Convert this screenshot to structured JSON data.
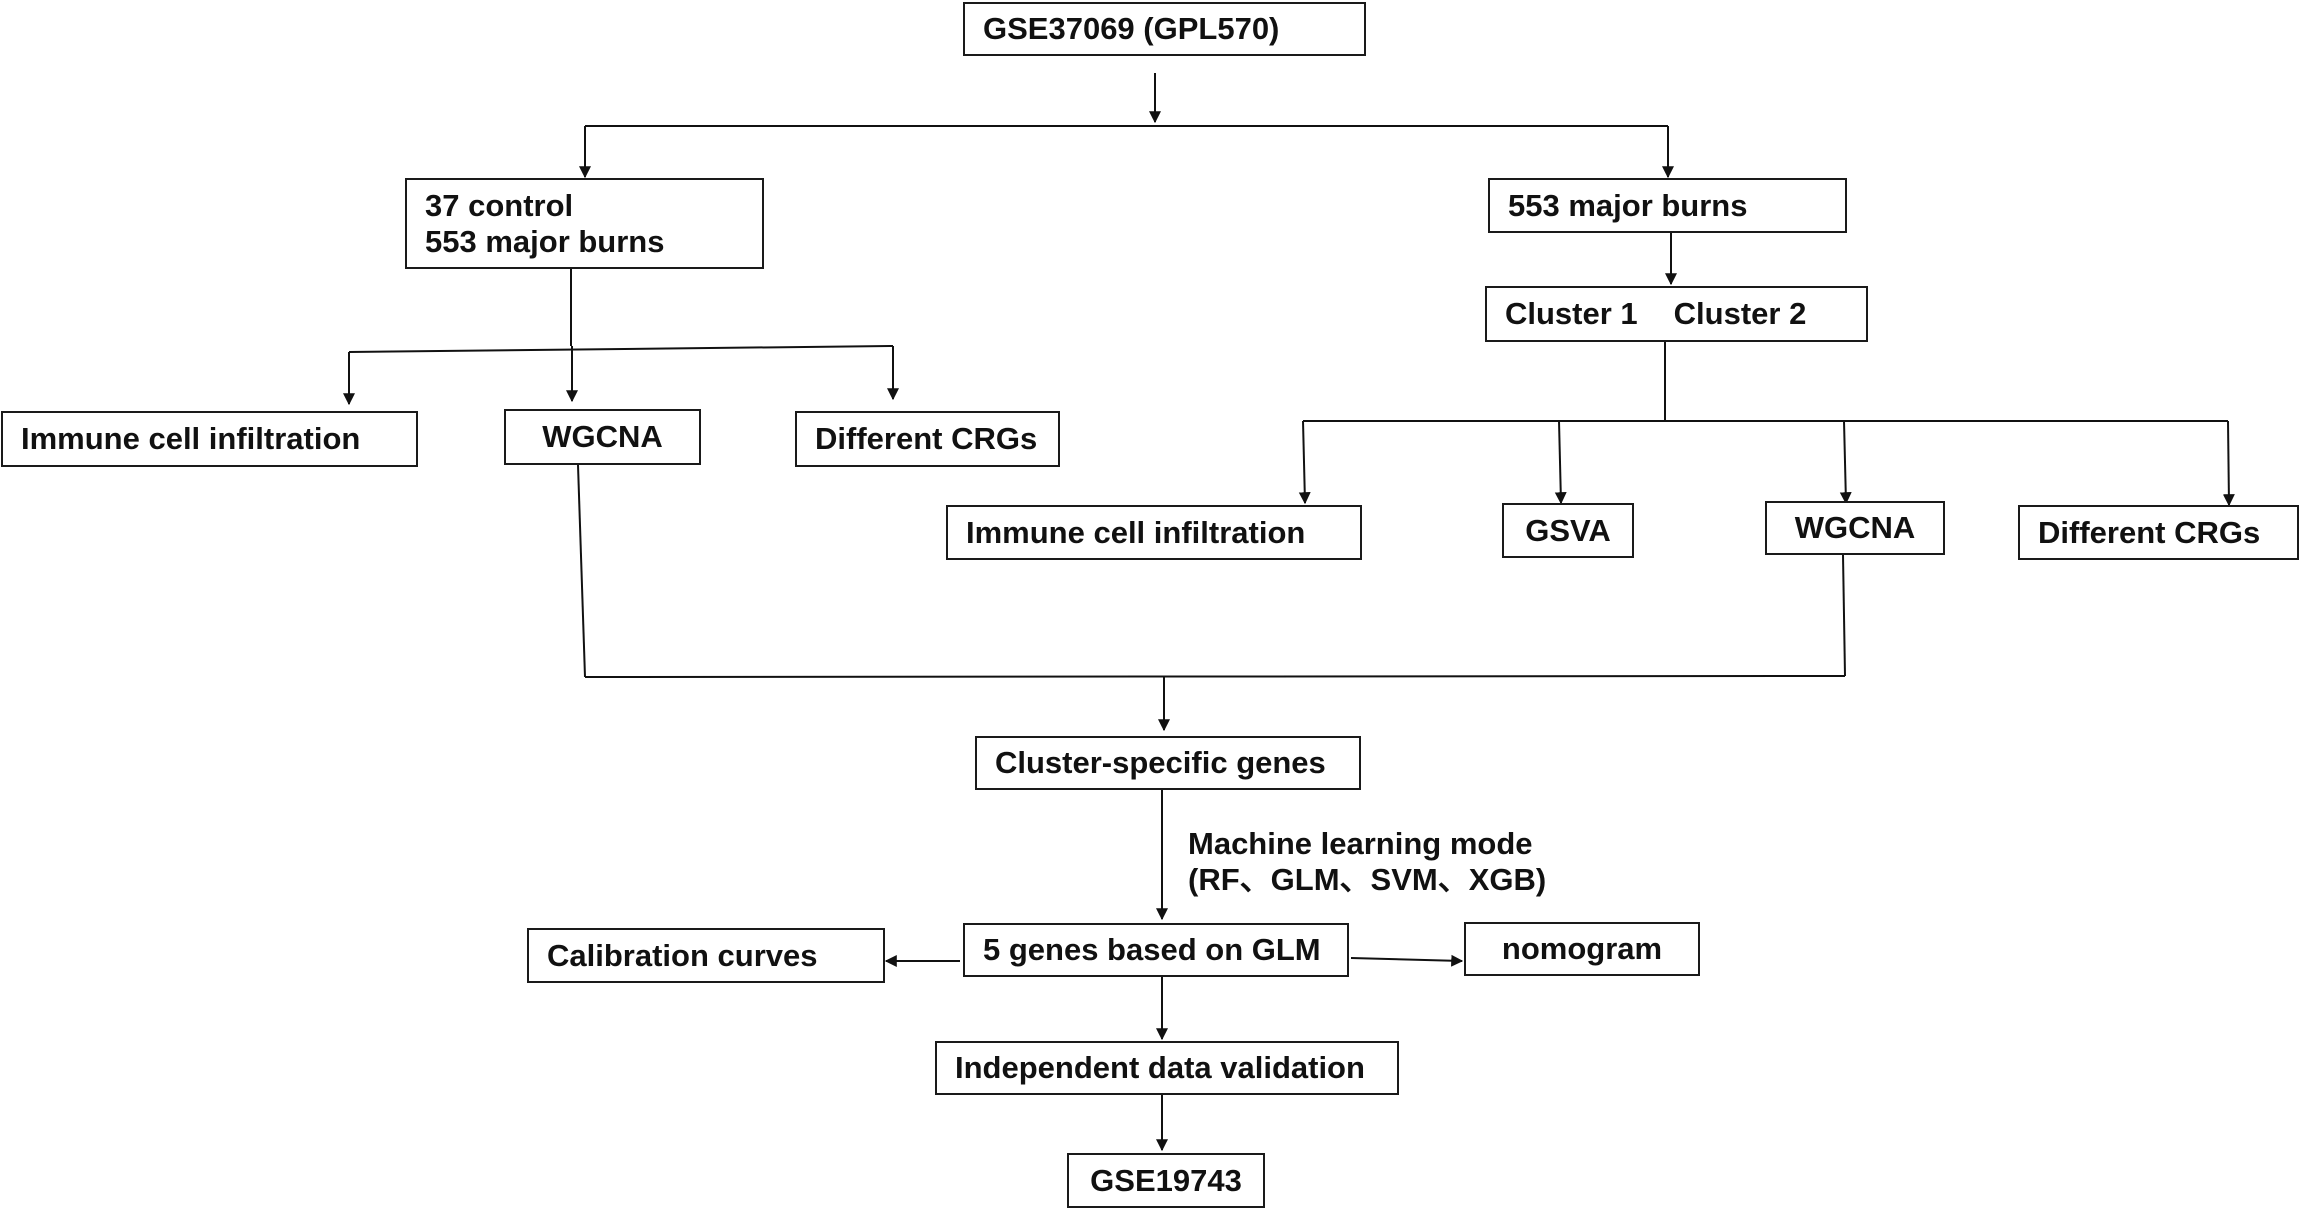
{
  "diagram": {
    "nodes": {
      "dataset": "GSE37069 (GPL570)",
      "left_groups": [
        "37 control",
        "553 major burns"
      ],
      "right_groups": "553 major burns",
      "clusters": [
        "Cluster 1",
        "Cluster 2"
      ],
      "left_immune": "Immune cell infiltration",
      "left_wgcna": "WGCNA",
      "left_crgs": "Different CRGs",
      "right_immune": "Immune cell infiltration",
      "right_gsva": "GSVA",
      "right_wgcna": "WGCNA",
      "right_crgs": "Different CRGs",
      "cluster_genes": "Cluster-specific genes",
      "ml_mode": "Machine learning mode",
      "ml_methods": "(RF、GLM、SVM、XGB)",
      "five_genes": "5 genes based on GLM",
      "calibration": "Calibration curves",
      "nomogram": "nomogram",
      "validation": "Independent data validation",
      "validation_set": "GSE19743"
    },
    "edges": [
      {
        "from": "dataset",
        "to": "left_groups"
      },
      {
        "from": "dataset",
        "to": "right_groups"
      },
      {
        "from": "left_groups",
        "to": "left_immune"
      },
      {
        "from": "left_groups",
        "to": "left_wgcna"
      },
      {
        "from": "left_groups",
        "to": "left_crgs"
      },
      {
        "from": "right_groups",
        "to": "clusters"
      },
      {
        "from": "clusters",
        "to": "right_immune"
      },
      {
        "from": "clusters",
        "to": "right_gsva"
      },
      {
        "from": "clusters",
        "to": "right_wgcna"
      },
      {
        "from": "clusters",
        "to": "right_crgs"
      },
      {
        "from": "left_wgcna",
        "to": "cluster_genes"
      },
      {
        "from": "right_wgcna",
        "to": "cluster_genes"
      },
      {
        "from": "cluster_genes",
        "to": "five_genes",
        "label": "ml_mode"
      },
      {
        "from": "five_genes",
        "to": "calibration"
      },
      {
        "from": "five_genes",
        "to": "nomogram"
      },
      {
        "from": "five_genes",
        "to": "validation"
      },
      {
        "from": "validation",
        "to": "validation_set"
      }
    ]
  }
}
